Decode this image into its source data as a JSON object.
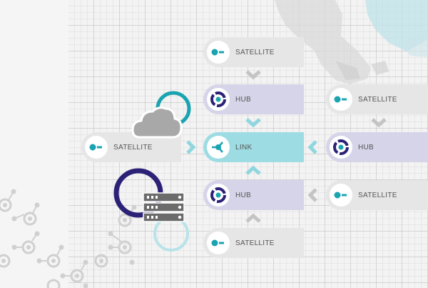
{
  "diagram": {
    "type": "data-vault-model",
    "colors": {
      "satellite_bg": "#e6e6e6",
      "hub_bg": "#d6d4e8",
      "link_bg": "#9ddce3",
      "teal_accent": "#1aa3b0",
      "navy_accent": "#2b2277",
      "arrow_gray": "#c4c4c4",
      "arrow_teal": "#8fd6de",
      "server_gray": "#666666",
      "cloud_gray": "#a5a5a5"
    },
    "nodes": [
      {
        "id": "sat-top",
        "kind": "satellite",
        "label": "SATELLITE",
        "icon": "satellite-key-icon"
      },
      {
        "id": "hub-top",
        "kind": "hub",
        "label": "HUB",
        "icon": "hub-ring-icon"
      },
      {
        "id": "sat-left",
        "kind": "satellite",
        "label": "SATELLITE",
        "icon": "satellite-key-icon"
      },
      {
        "id": "link-center",
        "kind": "link",
        "label": "LINK",
        "icon": "link-node-icon"
      },
      {
        "id": "sat-right-top",
        "kind": "satellite",
        "label": "SATELLITE",
        "icon": "satellite-key-icon"
      },
      {
        "id": "hub-right",
        "kind": "hub",
        "label": "HUB",
        "icon": "hub-ring-icon"
      },
      {
        "id": "sat-right-bottom",
        "kind": "satellite",
        "label": "SATELLITE",
        "icon": "satellite-key-icon"
      },
      {
        "id": "hub-bottom",
        "kind": "hub",
        "label": "HUB",
        "icon": "hub-ring-icon"
      },
      {
        "id": "sat-bottom",
        "kind": "satellite",
        "label": "SATELLITE",
        "icon": "satellite-key-icon"
      }
    ],
    "edges": [
      {
        "from": "sat-top",
        "to": "hub-top",
        "arrow": "down",
        "color": "gray"
      },
      {
        "from": "hub-top",
        "to": "link-center",
        "arrow": "down",
        "color": "teal"
      },
      {
        "from": "sat-left",
        "to": "link-center",
        "arrow": "right",
        "color": "teal"
      },
      {
        "from": "hub-right",
        "to": "link-center",
        "arrow": "left",
        "color": "teal"
      },
      {
        "from": "sat-right-top",
        "to": "hub-right",
        "arrow": "down",
        "color": "gray"
      },
      {
        "from": "sat-right-bottom",
        "to": "hub-bottom",
        "arrow": "left",
        "color": "gray"
      },
      {
        "from": "hub-bottom",
        "to": "link-center",
        "arrow": "up",
        "color": "teal"
      },
      {
        "from": "sat-bottom",
        "to": "hub-bottom",
        "arrow": "up",
        "color": "gray"
      }
    ],
    "decorations": [
      "cloud-icon",
      "server-rack-icon",
      "world-map-texture",
      "molecule-pattern"
    ]
  }
}
